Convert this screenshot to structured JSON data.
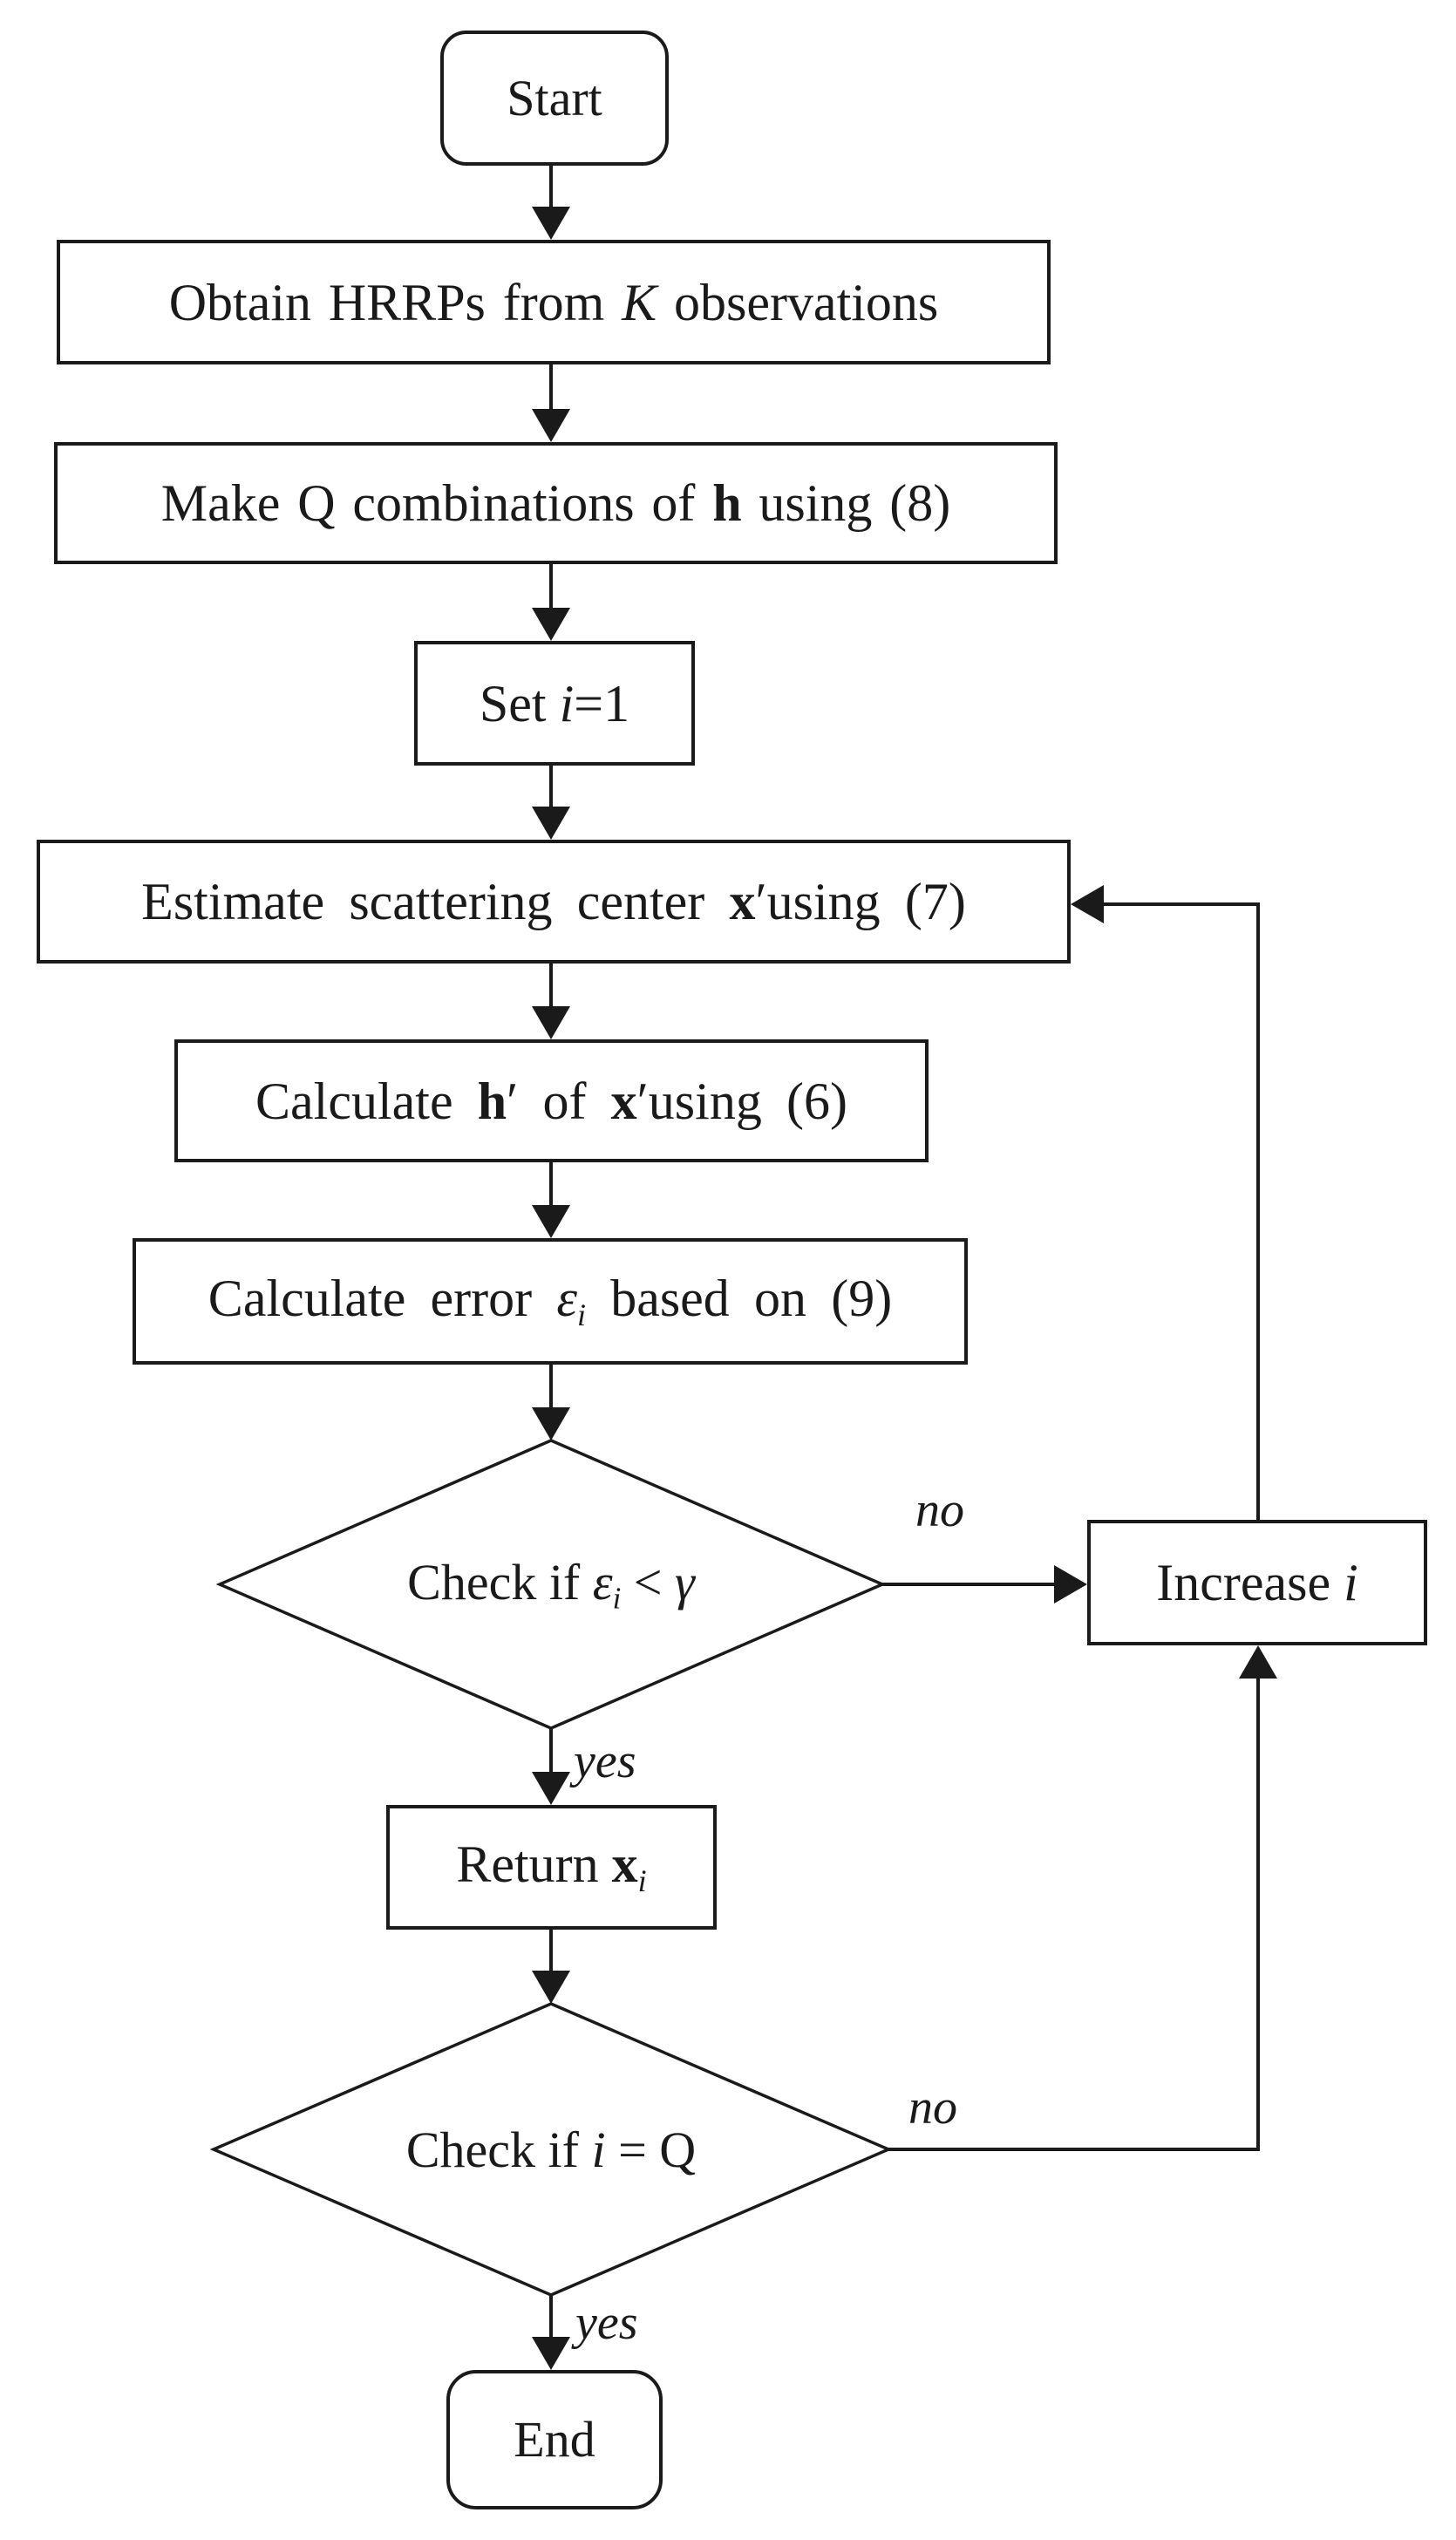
{
  "diagram": {
    "background_color": "#ffffff",
    "ink_color": "#1a1a1a",
    "node_fill": "#ffffff"
  },
  "nodes": {
    "start": {
      "label": "Start"
    },
    "obtain": {
      "pre": "Obtain HRRPs from ",
      "k": "K",
      "post": " observations"
    },
    "make": {
      "pre": "Make Q combinations of ",
      "h": "h",
      "post": " using (8)"
    },
    "seti": {
      "pre": "Set ",
      "i": "i",
      "post": "=1"
    },
    "estimate": {
      "pre": "Estimate scattering center ",
      "x": "x",
      "prime": "′",
      "post": "using (7)"
    },
    "calch": {
      "pre": "Calculate ",
      "h": "h",
      "p1": "′",
      "mid": " of ",
      "x": "x",
      "p2": "′",
      "post": "using (6)"
    },
    "calcerr": {
      "pre": "Calculate error ",
      "eps": "ε",
      "sub": "i",
      "post": " based on (9)"
    },
    "check1": {
      "pre": "Check if ",
      "eps": "ε",
      "sub": "i",
      "mid": " < ",
      "gamma": "γ"
    },
    "increase": {
      "pre": "Increase ",
      "i": "i"
    },
    "return": {
      "pre": "Return ",
      "x": "x",
      "sub": "i"
    },
    "check2": {
      "pre": "Check if ",
      "i": "i",
      "post": " = Q"
    },
    "end": {
      "label": "End"
    }
  },
  "edge_labels": {
    "no1": "no",
    "yes1": "yes",
    "no2": "no",
    "yes2": "yes"
  }
}
